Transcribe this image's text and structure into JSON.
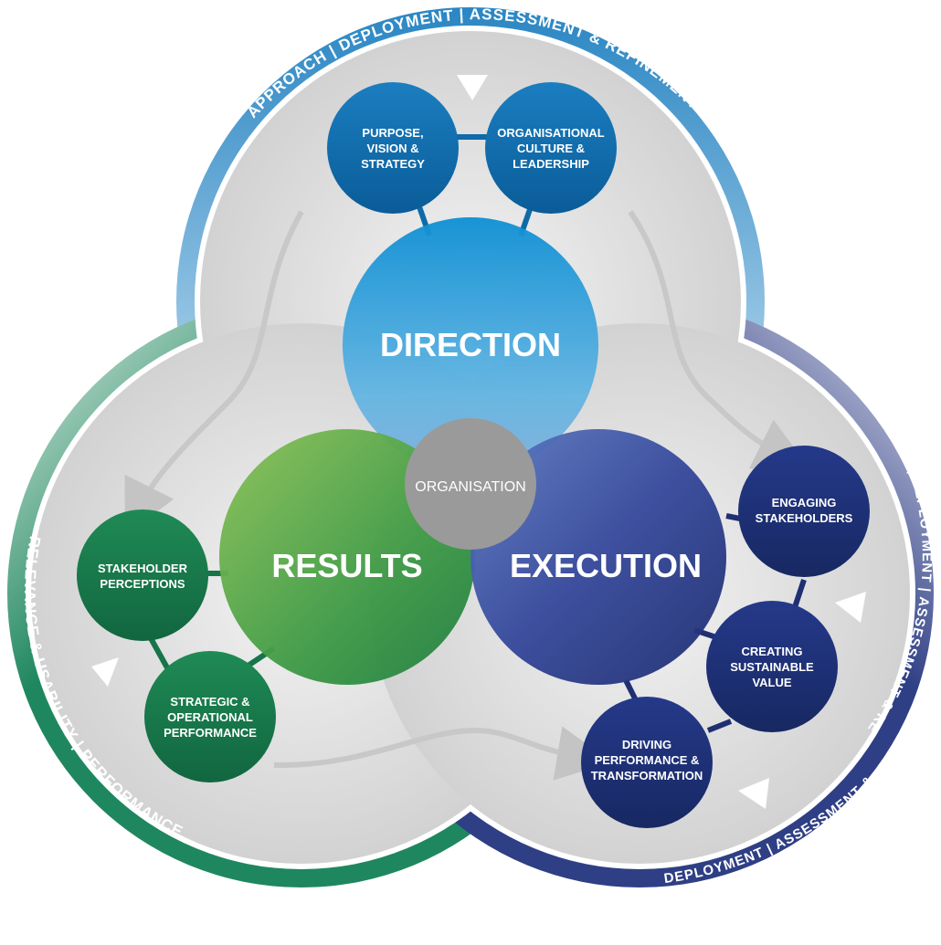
{
  "colors": {
    "direction": "#1f8fd0",
    "results": "#5fb04f",
    "execution": "#27357f",
    "organisation": "#9a9a9a",
    "green_node": "#17754a",
    "blue_node": "#0e6aa8",
    "navy_node": "#1f2f72",
    "ring_blue": "#2a86c3",
    "ring_green": "#1f8760",
    "ring_navy": "#2f3f85"
  },
  "ring": {
    "top": "APPROACH | DEPLOYMENT | ASSESSMENT & REFINEMENT",
    "right": "APPROACH | DEPLOYMENT | ASSESSMENT & REFINEMENT",
    "bottom_right": "APPROACH | DEPLOYMENT | ASSESSMENT & REFINEMENT",
    "left": "RELEVANCE & USABILITY | PERFORMANCE"
  },
  "center": {
    "organisation": "ORGANISATION",
    "direction": "DIRECTION",
    "results": "RESULTS",
    "execution": "EXECUTION"
  },
  "nodes": {
    "purpose": [
      "PURPOSE,",
      "VISION &",
      "STRATEGY"
    ],
    "culture": [
      "ORGANISATIONAL",
      "CULTURE &",
      "LEADERSHIP"
    ],
    "perceptions": [
      "STAKEHOLDER",
      "PERCEPTIONS"
    ],
    "performance": [
      "STRATEGIC &",
      "OPERATIONAL",
      "PERFORMANCE"
    ],
    "engaging": [
      "ENGAGING",
      "STAKEHOLDERS"
    ],
    "creating": [
      "CREATING",
      "SUSTAINABLE",
      "VALUE"
    ],
    "driving": [
      "DRIVING",
      "PERFORMANCE &",
      "TRANSFORMATION"
    ]
  }
}
